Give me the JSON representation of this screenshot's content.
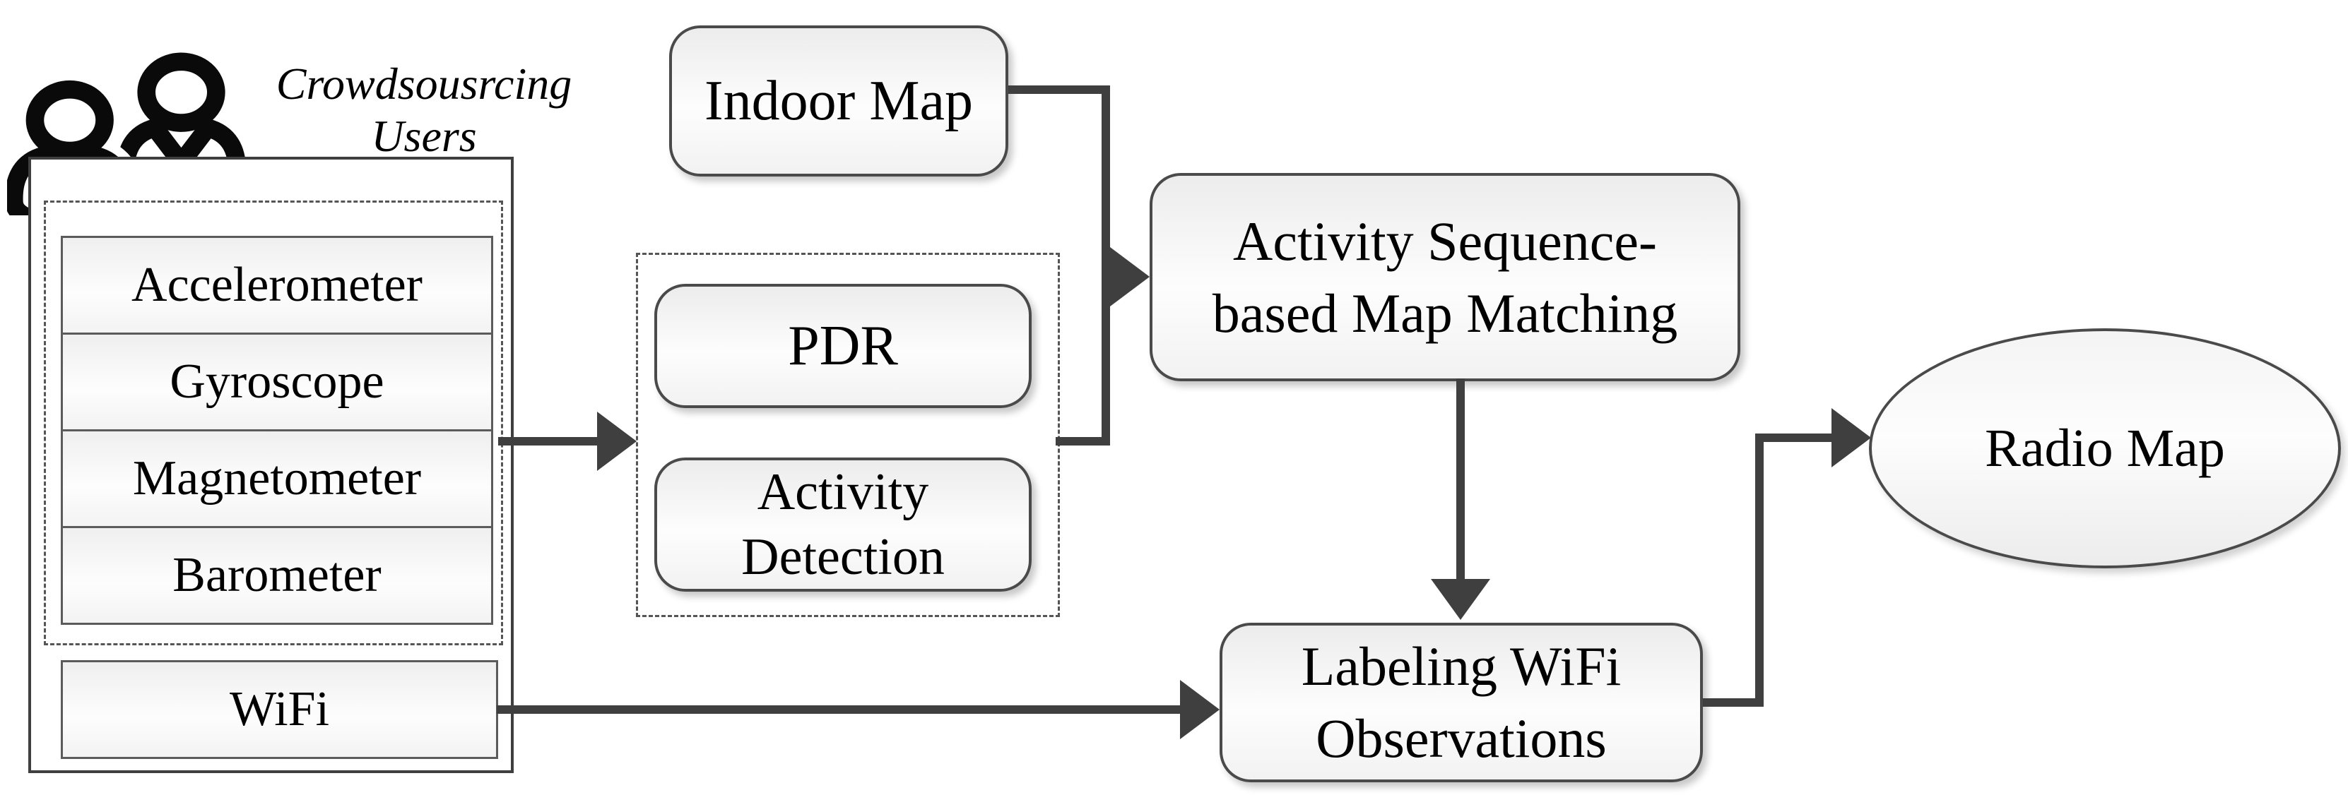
{
  "users_label": {
    "line1": "Crowdsousrcing",
    "line2": "Users"
  },
  "sensors": {
    "accelerometer": "Accelerometer",
    "gyroscope": "Gyroscope",
    "magnetometer": "Magnetometer",
    "barometer": "Barometer",
    "wifi": "WiFi"
  },
  "nodes": {
    "indoor_map": {
      "label": "Indoor Map"
    },
    "pdr": {
      "label": "PDR"
    },
    "activity_detection": {
      "line1": "Activity",
      "line2": "Detection"
    },
    "map_matching": {
      "line1": "Activity Sequence-",
      "line2": "based Map Matching"
    },
    "labeling_wifi": {
      "line1": "Labeling WiFi",
      "line2": "Observations"
    },
    "radio_map": {
      "label": "Radio Map"
    }
  },
  "icons": {
    "users": "two-users-icon"
  },
  "colors": {
    "background": "#ffffff",
    "connector": "#3f3f3f",
    "box_border": "#4a4a4a",
    "sensor_border": "#5b5b5b",
    "text": "#000000",
    "fill_top": "#ececec",
    "fill_bottom": "#f2f2f2"
  }
}
